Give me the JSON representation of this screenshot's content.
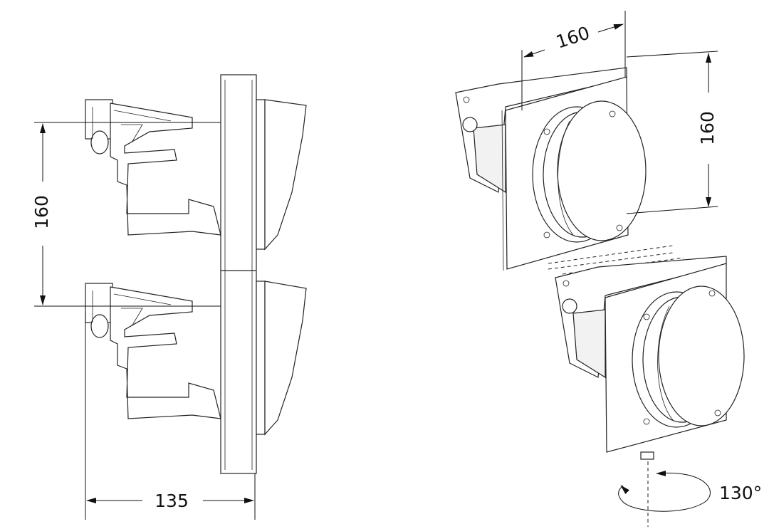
{
  "dimensions": {
    "left_vertical_spacing": "160",
    "left_depth": "135",
    "right_width": "160",
    "right_height": "160",
    "rotation_angle": "130°"
  }
}
